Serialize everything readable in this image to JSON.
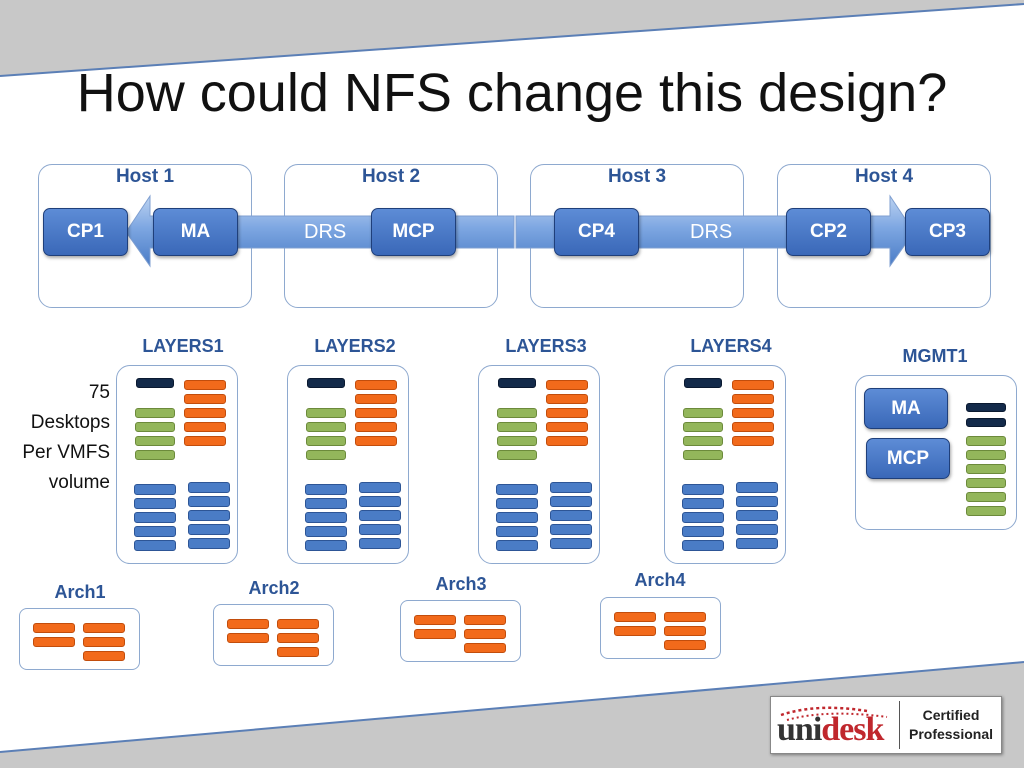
{
  "slide": {
    "title": "How could NFS change this design?"
  },
  "hosts": [
    {
      "label": "Host 1"
    },
    {
      "label": "Host 2"
    },
    {
      "label": "Host 3"
    },
    {
      "label": "Host 4"
    }
  ],
  "vms": {
    "cp1": "CP1",
    "ma": "MA",
    "mcp": "MCP",
    "cp4": "CP4",
    "cp2": "CP2",
    "cp3": "CP3"
  },
  "drs_labels": [
    "DRS",
    "DRS"
  ],
  "layers": [
    {
      "label": "LAYERS1"
    },
    {
      "label": "LAYERS2"
    },
    {
      "label": "LAYERS3"
    },
    {
      "label": "LAYERS4"
    }
  ],
  "mgmt": {
    "label": "MGMT1",
    "vm1": "MA",
    "vm2": "MCP"
  },
  "desktops_note": [
    "75",
    "Desktops",
    "Per VMFS",
    "volume"
  ],
  "archives": [
    {
      "label": "Arch1"
    },
    {
      "label": "Arch2"
    },
    {
      "label": "Arch3"
    },
    {
      "label": "Arch4"
    }
  ],
  "logo": {
    "brand_uni": "uni",
    "brand_desk": "desk",
    "line1": "Certified",
    "line2": "Professional"
  },
  "colors": {
    "title_band": "#c8c8c8",
    "label_blue": "#2d5596",
    "vm_blue": "#4a7cc6",
    "orange": "#f26a1b",
    "green": "#93b65b",
    "navy": "#132a4a",
    "brand_red": "#c0272d"
  }
}
